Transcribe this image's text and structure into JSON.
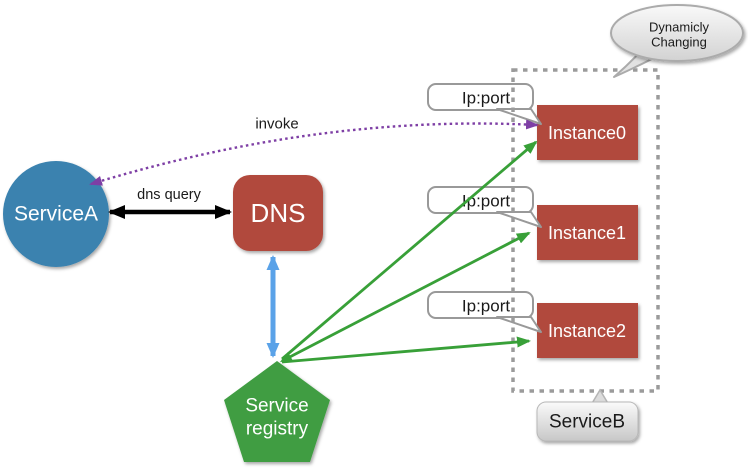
{
  "diagram": {
    "nodes": {
      "service_a": {
        "label": "ServiceA",
        "fill": "#3b82af"
      },
      "dns": {
        "label": "DNS",
        "fill": "#b1493c"
      },
      "registry": {
        "line1": "Service",
        "line2": "registry",
        "fill": "#3f9d42"
      },
      "instances": [
        {
          "label": "Instance0"
        },
        {
          "label": "Instance1"
        },
        {
          "label": "Instance2"
        }
      ],
      "instance_fill": "#b1493c",
      "service_b": {
        "label": "ServiceB"
      }
    },
    "callout_label": "Ip:port",
    "bubble": {
      "line1": "Dynamicly",
      "line2": "Changing"
    },
    "edge_labels": {
      "dns_query": "dns query",
      "invoke": "invoke"
    },
    "colors": {
      "black_arrow": "#000000",
      "blue_arrow": "#5aa2e8",
      "green_arrow": "#38a038",
      "purple_arrow": "#7e3fa5",
      "dashed_border": "#9b9b9b"
    }
  }
}
